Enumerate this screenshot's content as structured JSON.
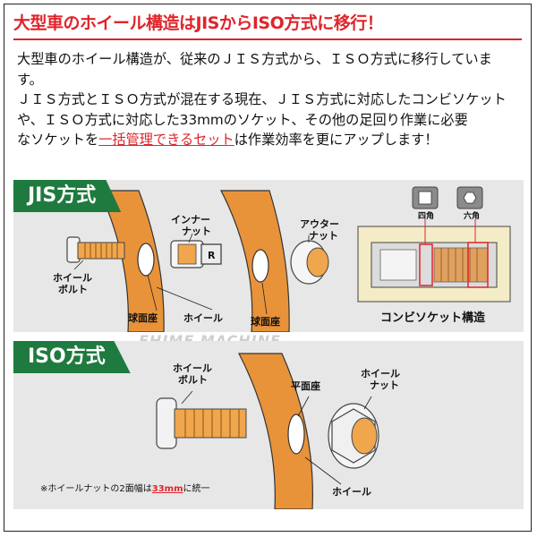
{
  "headline": "大型車のホイール構造はJISからISO方式に移行！",
  "intro": {
    "line1": "大型車のホイール構造が、従来のＪＩＳ方式から、ＩＳＯ方式に移行していま",
    "line2": "す。",
    "line3": "ＪＩＳ方式とＩＳＯ方式が混在する現在、ＪＩＳ方式に対応したコンビソケット",
    "line4": "や、ＩＳＯ方式に対応した33mmのソケット、その他の足回り作業に必要",
    "line5_pre": "なソケットを",
    "line5_highlight": "一括管理できるセット",
    "line5_post": "は作業効率を更にアップします！"
  },
  "jis": {
    "tab": "JIS方式",
    "labels": {
      "inner_nut": "インナーナット",
      "inner_nut_l1": "インナー",
      "inner_nut_l2": "ナット",
      "outer_nut_l1": "アウター",
      "outer_nut_l2": "ナット",
      "bolt_l1": "ホイール",
      "bolt_l2": "ボルト",
      "seat_left": "球面座",
      "wheel": "ホイール",
      "seat_right": "球面座",
      "square": "四角",
      "hex": "六角",
      "combo_title": "コンビソケット構造",
      "nut_mark": "R"
    }
  },
  "iso": {
    "tab": "ISO方式",
    "labels": {
      "bolt_l1": "ホイール",
      "bolt_l2": "ボルト",
      "flat_seat": "平面座",
      "nut_l1": "ホイール",
      "nut_l2": "ナット",
      "wheel": "ホイール"
    },
    "note_pre": "※ホイールナットの2面幅は",
    "note_value": "33mm",
    "note_post": "に統一"
  },
  "watermark": "EHIME MACHINE",
  "colors": {
    "accent_red": "#e0242b",
    "tab_green": "#1f7a3f",
    "wheel_orange": "#e8933a",
    "bolt_orange": "#f0a64c",
    "panel_gray": "#e7e7e7"
  }
}
